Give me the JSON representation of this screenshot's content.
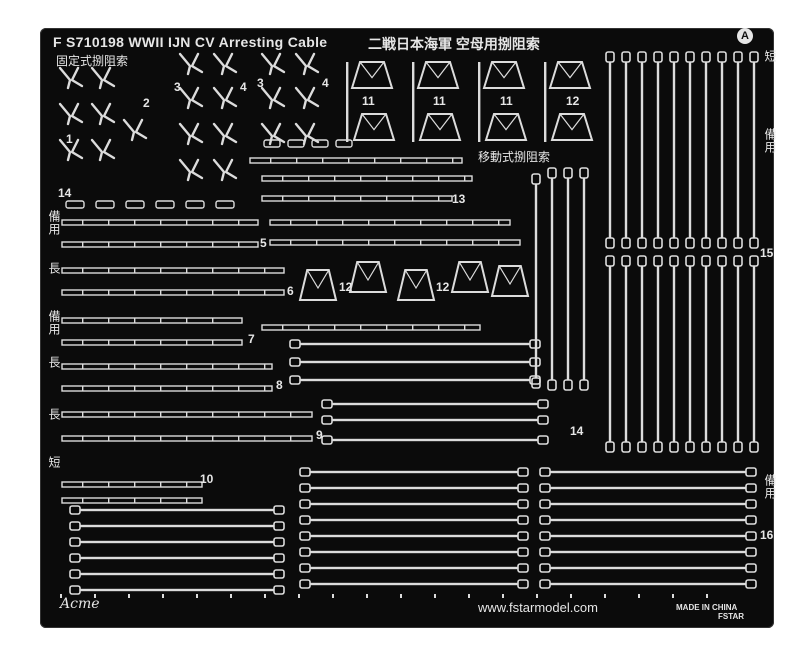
{
  "sheet": {
    "code": "F S710198",
    "title": "WWII IJN CV Arresting Cable",
    "title_jp": "二戦日本海軍 空母用捌阻索",
    "badge": "A",
    "section_fixed": "固定式捌阻索",
    "section_mobile": "移動式捌阻索",
    "brand": "Acme",
    "website": "www.fstarmodel.com",
    "made_in": "MADE IN CHINA",
    "logo_text": "FSTAR"
  },
  "side_labels": {
    "short": "短",
    "spare_top": "備用",
    "spare_right": "備用",
    "long_a": "長",
    "long_b": "長",
    "long_c": "長",
    "spare_mid": "備用"
  },
  "part_numbers": {
    "p1": "1",
    "p2": "2",
    "p3a": "3",
    "p3b": "3",
    "p4a": "4",
    "p4b": "4",
    "p5": "5",
    "p6": "6",
    "p7": "7",
    "p8": "8",
    "p9": "9",
    "p10": "10",
    "p11a": "11",
    "p11b": "11",
    "p11c": "11",
    "p12a": "12",
    "p12b": "12",
    "p12c": "12",
    "p13": "13",
    "p14a": "14",
    "p14b": "14",
    "p15": "15",
    "p16": "16"
  },
  "colors": {
    "sheet": "#0b0b0b",
    "metal": "#dcdcdc",
    "text": "#e6e6e6"
  }
}
